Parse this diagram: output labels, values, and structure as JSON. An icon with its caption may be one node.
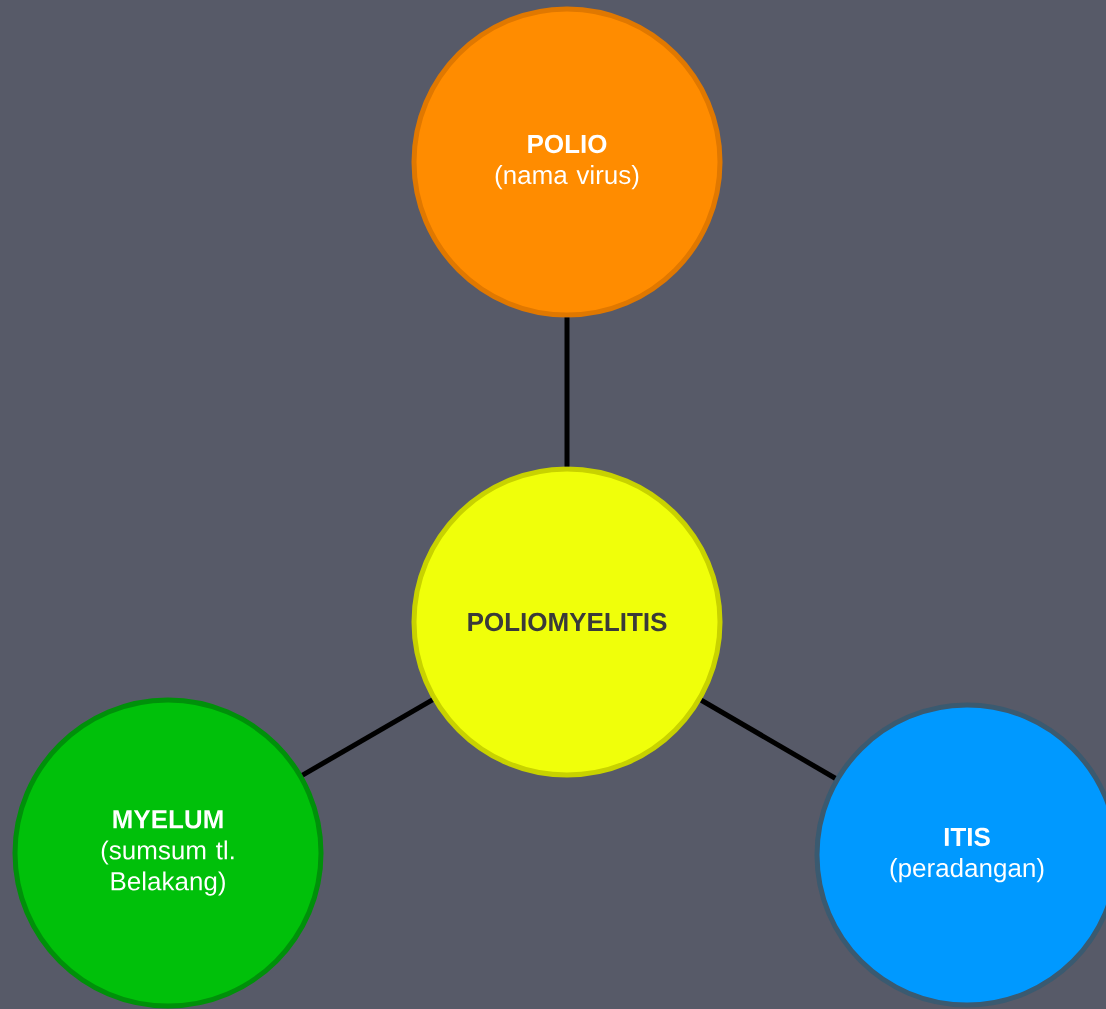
{
  "diagram": {
    "nodes": [
      {
        "text": [
          "POLIO",
          "(nama virus)"
        ]
      },
      {
        "text": [
          "POLIOMYELITIS"
        ]
      },
      {
        "text": [
          "MYELUM",
          "(sumsum tl. Belakang)"
        ]
      },
      {
        "text": [
          "ITIS",
          "(peradangan)"
        ]
      }
    ],
    "edges": [
      {
        "from": 1,
        "to": 0,
        "arrow": "none"
      },
      {
        "from": 1,
        "to": 2,
        "arrow": "none"
      },
      {
        "from": 1,
        "to": 3,
        "arrow": "none"
      }
    ]
  }
}
